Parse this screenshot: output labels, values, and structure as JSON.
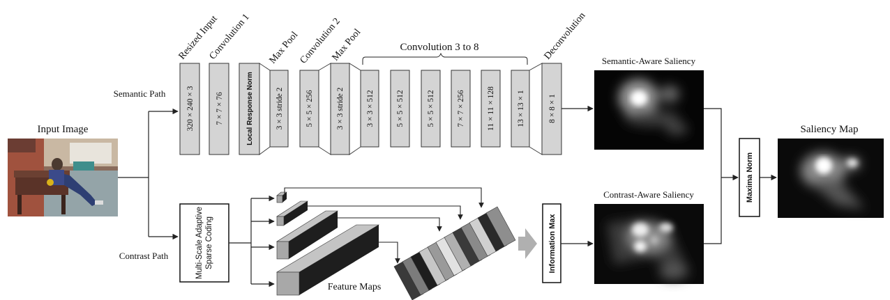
{
  "input_title": "Input Image",
  "semantic_path_label": "Semantic Path",
  "contrast_path_label": "Contrast Path",
  "layer_headers": {
    "resized_input": "Resized Input",
    "conv1": "Convolution 1",
    "maxpool1": "Max Pool",
    "conv2": "Convolution 2",
    "maxpool2": "Max Pool",
    "conv3_8": "Convolution 3 to 8",
    "deconv": "Deconvolution"
  },
  "layers": {
    "input": "320 × 240 × 3",
    "conv1": "7 × 7 × 76",
    "lrn": "Local Response Norm",
    "pool1": "3 × 3  stride 2",
    "conv2": "5 × 5 × 256",
    "pool2": "3 × 3 stride 2",
    "conv3": "3 × 3 × 512",
    "conv4": "5 × 5 × 512",
    "conv5": "5 × 5 × 512",
    "conv6": "7 × 7 × 256",
    "conv7": "11 × 11 × 128",
    "conv8": "13 × 13 × 1",
    "deconv": "8 × 8 × 1"
  },
  "sparse_coding_label": "Multi-Scale Adaptive Sparse Coding",
  "feature_maps_label": "Feature Maps",
  "information_max_label": "Information Max",
  "semantic_saliency_title": "Semantic-Aware Saliency",
  "contrast_saliency_title": "Contrast-Aware Saliency",
  "maxima_norm_label": "Maxima Norm",
  "saliency_map_title": "Saliency Map"
}
